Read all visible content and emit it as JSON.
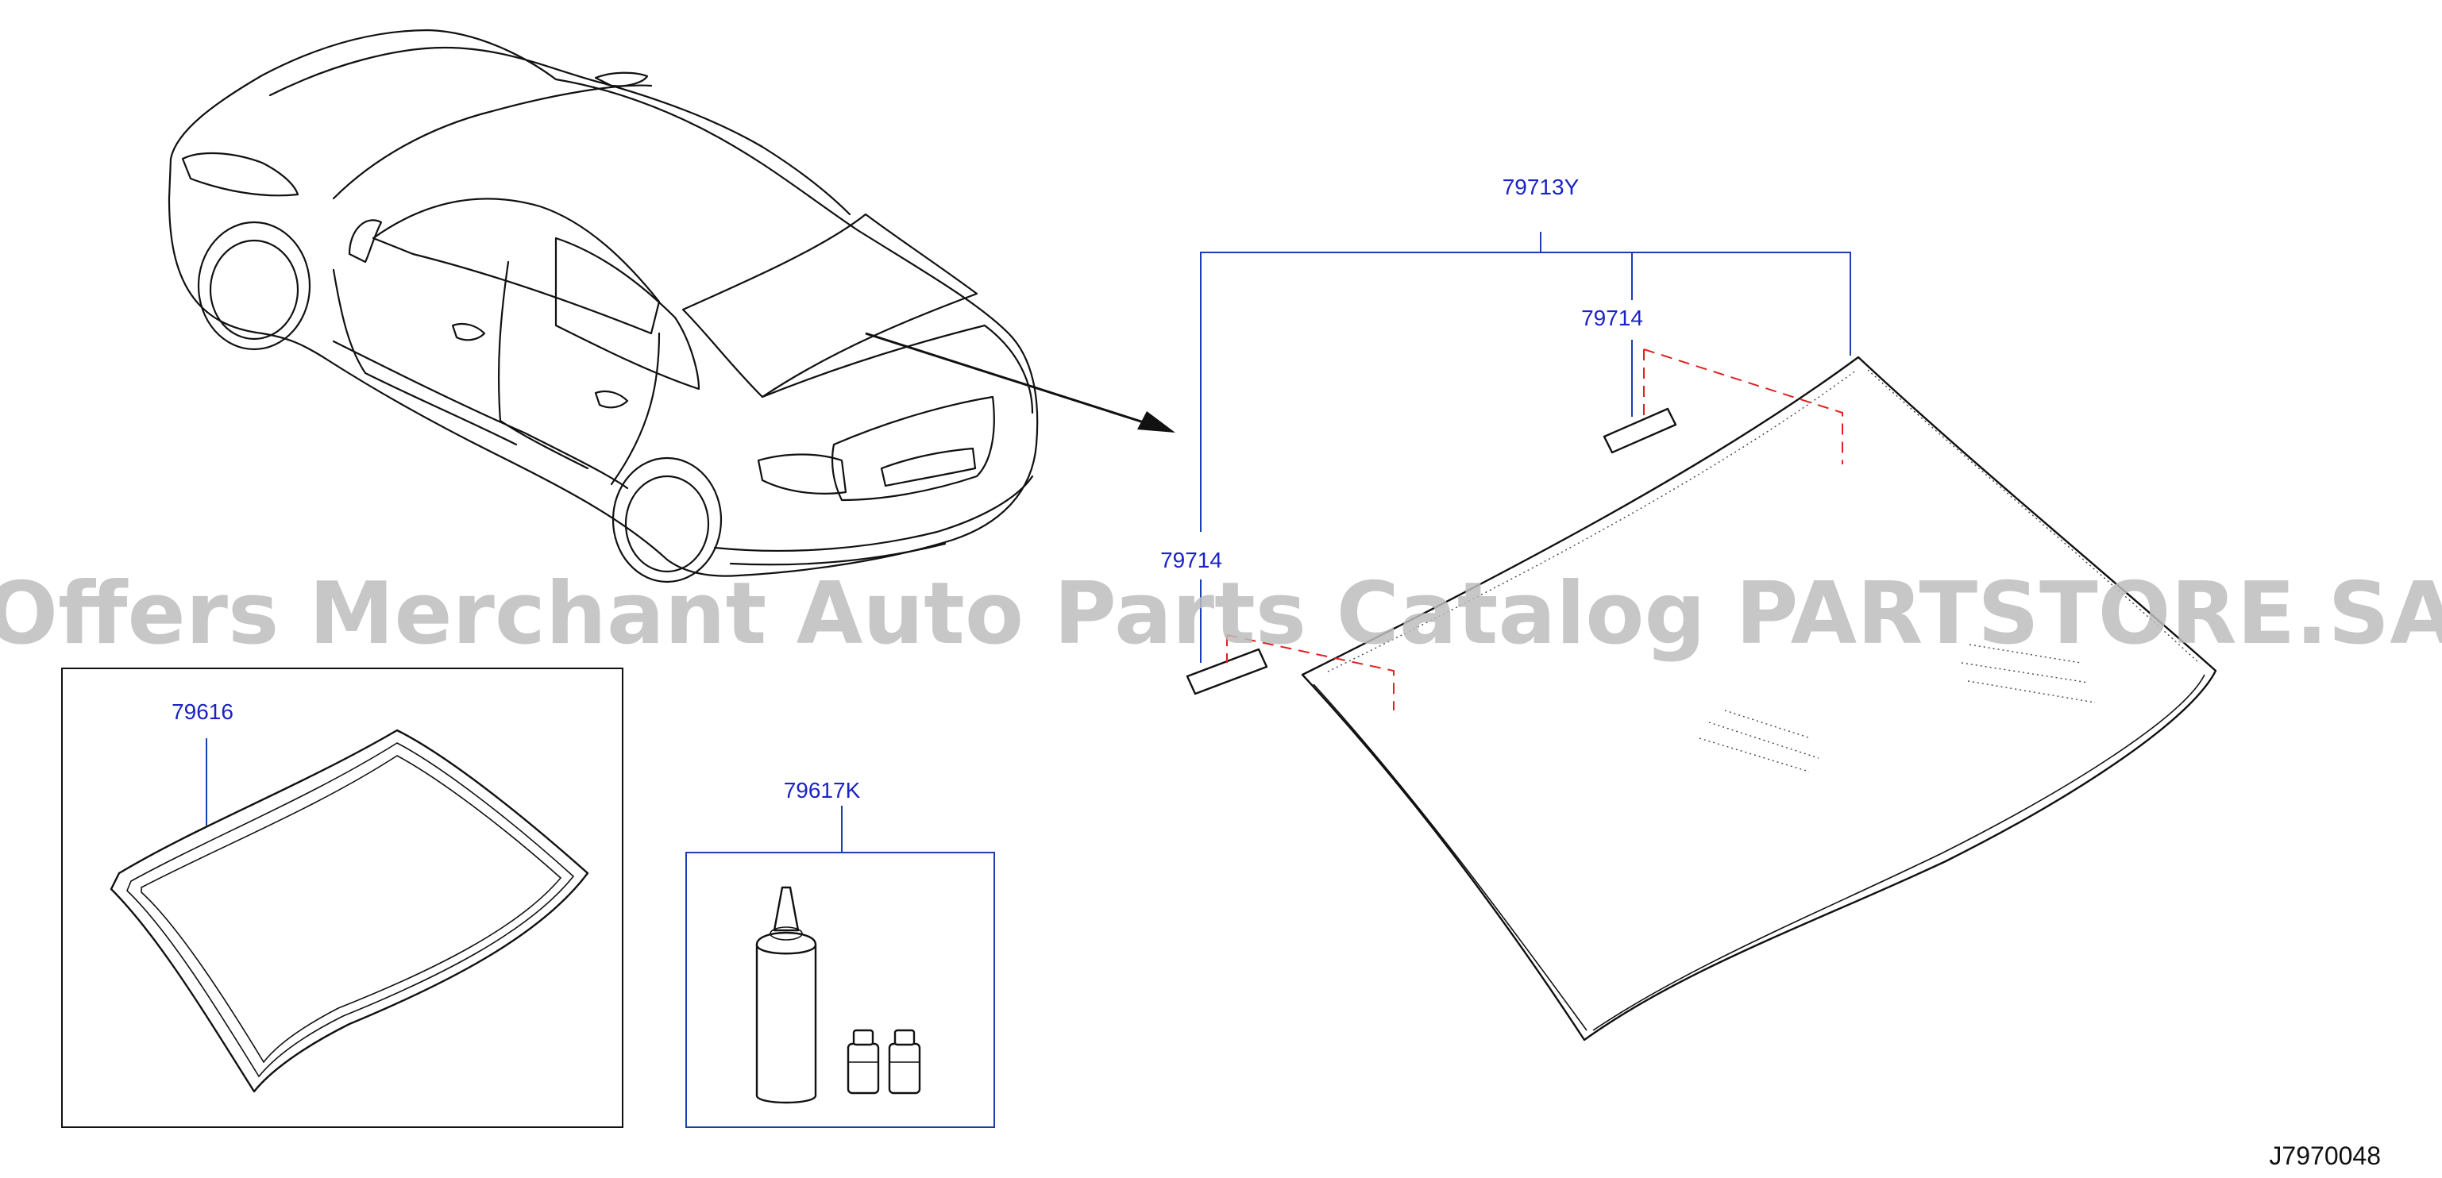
{
  "watermark": "Offers Merchant Auto Parts Catalog PARTSTORE.SA",
  "diagram_code": "J7970048",
  "parts": {
    "assembly": "79713Y",
    "clip_upper": "79714",
    "clip_lower": "79714",
    "molding": "79616",
    "kit": "79617K"
  },
  "colors": {
    "label": "#1a22c8",
    "leader": "#1a3fb0",
    "hidden_line": "#e02020",
    "watermark": "#bdbdbd"
  }
}
